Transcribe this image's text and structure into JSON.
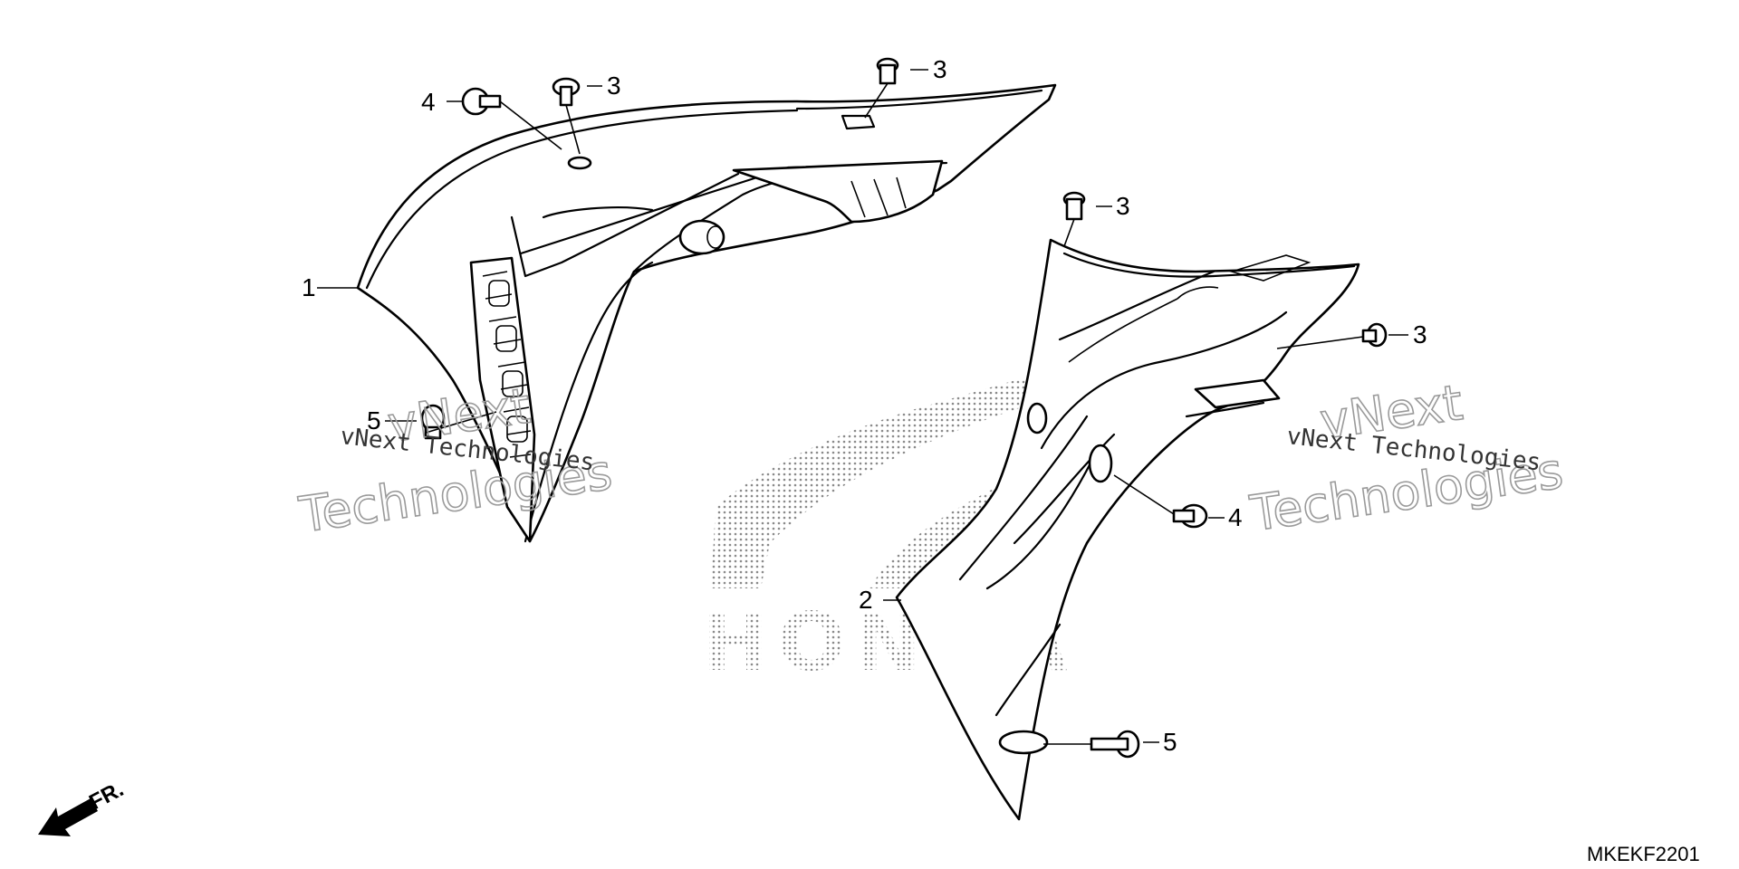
{
  "callouts": {
    "c1": "1",
    "c2": "2",
    "c3a": "3",
    "c3b": "3",
    "c3c": "3",
    "c3d": "3",
    "c4a": "4",
    "c4b": "4",
    "c5a": "5",
    "c5b": "5"
  },
  "front_arrow": {
    "label": "FR."
  },
  "diagram_code": "MKEKF2201",
  "watermarks": {
    "mono_left": "vNext Technologies",
    "outline_left_1": "vNext",
    "outline_left_2": "Technologies",
    "mono_right": "vNext Technologies",
    "outline_right_1": "vNext",
    "outline_right_2": "Technologies",
    "logo": "HONDA"
  },
  "colors": {
    "ink": "#000000",
    "watermark": "#9a9a9a",
    "background": "#ffffff"
  }
}
